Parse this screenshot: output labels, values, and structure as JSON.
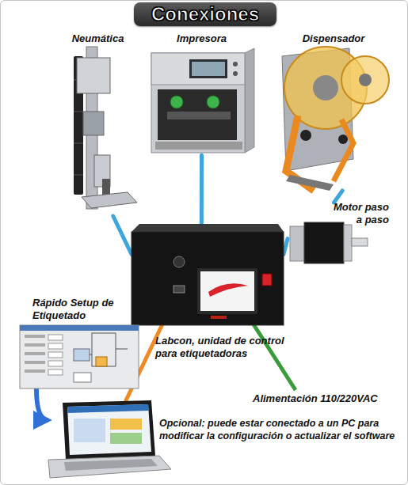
{
  "diagram": {
    "title": "Conexiones",
    "nodes": [
      {
        "text": [
          "Neumática"
        ]
      },
      {
        "text": [
          "Impresora"
        ]
      },
      {
        "text": [
          "Dispensador"
        ]
      },
      {
        "text": [
          "Motor paso a paso"
        ]
      },
      {
        "text": [
          "Labcon, unidad de control para etiquetadoras"
        ]
      },
      {
        "text": [
          "Rápido Setup de Etiquetado"
        ]
      },
      {
        "text": [
          "Opcional: puede estar conectado a un PC para modificar la configuración o actualizar el software"
        ]
      }
    ],
    "edges": [
      {
        "from": 0,
        "to": 4,
        "arrow": "none"
      },
      {
        "from": 1,
        "to": 4,
        "arrow": "none"
      },
      {
        "from": 2,
        "to": 3,
        "arrow": "none"
      },
      {
        "from": 3,
        "to": 4,
        "arrow": "none"
      },
      {
        "from": 4,
        "to": 6,
        "arrow": "none"
      },
      {
        "from": 5,
        "to": 6,
        "arrow": "to"
      }
    ],
    "labels": [
      "Alimentación 110/220VAC"
    ]
  }
}
